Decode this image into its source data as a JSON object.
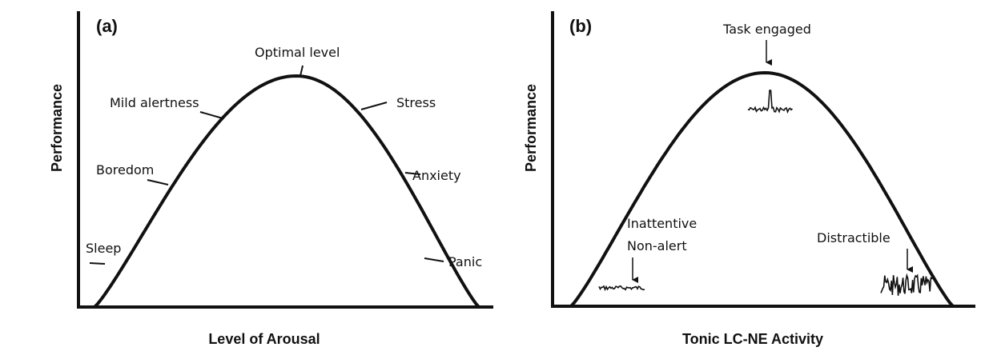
{
  "panel_a": {
    "tag": "(a)",
    "ylabel": "Performance",
    "xlabel": "Level of Arousal",
    "labels": [
      "Sleep",
      "Boredom",
      "Mild alertness",
      "Optimal level",
      "Stress",
      "Anxiety",
      "Panic"
    ]
  },
  "panel_b": {
    "tag": "(b)",
    "ylabel": "Performance",
    "xlabel": "Tonic LC-NE Activity",
    "labels": {
      "task": "Task engaged",
      "inattentive": "Inattentive",
      "nonalert": "Non-alert",
      "distractible": "Distractible"
    }
  },
  "colors": {
    "ink": "#111111",
    "background": "#ffffff"
  }
}
